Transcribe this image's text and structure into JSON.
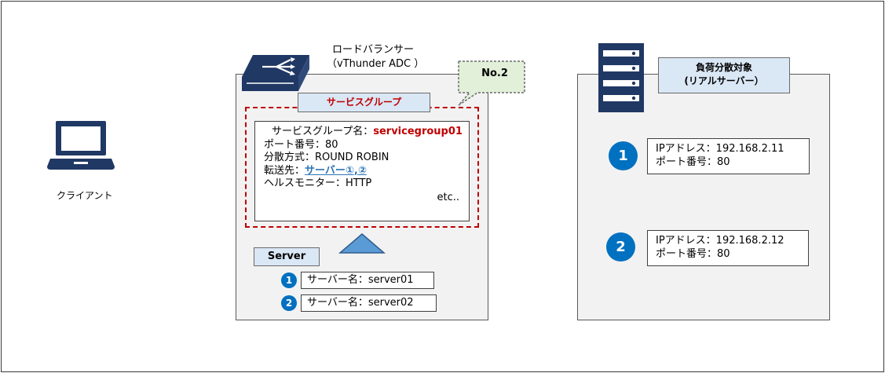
{
  "client": {
    "label": "クライアント",
    "icon": "laptop-icon"
  },
  "load_balancer": {
    "title_line1": "ロードバランサー",
    "title_line2": "（vThunder ADC ）",
    "callout_label": "No.2",
    "service_group": {
      "tab_label": "サービスグループ",
      "name_label": "サービスグループ名：",
      "name_value": "servicegroup01",
      "port_line": "ポート番号：80",
      "method_line": "分散方式：ROUND ROBIN",
      "dest_label": "転送先：",
      "dest_value": "サーバー①,②",
      "monitor_line": "ヘルスモニター：HTTP",
      "etc": "etc.."
    },
    "server_section": {
      "tab_label": "Server",
      "servers": [
        {
          "badge": "1",
          "text": "サーバー名：server01"
        },
        {
          "badge": "2",
          "text": "サーバー名：server02"
        }
      ]
    }
  },
  "real_servers": {
    "tab_line1": "負荷分散対象",
    "tab_line2": "(リアルサーバー）",
    "servers": [
      {
        "badge": "1",
        "ip_line": "IPアドレス：192.168.2.11",
        "port_line": "ポート番号：80"
      },
      {
        "badge": "2",
        "ip_line": "IPアドレス：192.168.2.12",
        "port_line": "ポート番号：80"
      }
    ]
  },
  "colors": {
    "accent_blue": "#0070c0",
    "navy": "#203864",
    "highlight_red": "#c00000",
    "link_blue": "#2e75b6",
    "tab_fill": "#dae7f5",
    "callout_fill": "#e2f0d9"
  }
}
